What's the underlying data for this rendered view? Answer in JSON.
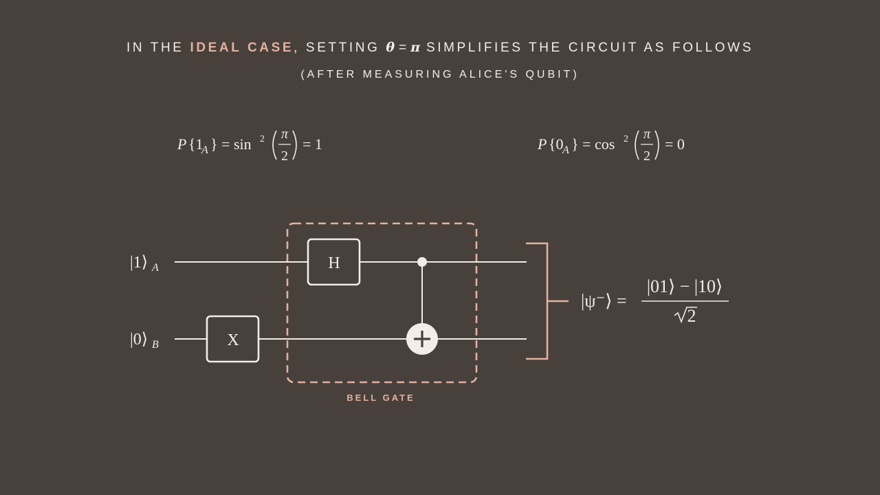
{
  "title": {
    "part1": "IN THE ",
    "highlight": "IDEAL CASE",
    "part2": ", SETTING ",
    "theta": "θ",
    "equals": "=",
    "pi": "π",
    "part3": " SIMPLIFIES THE CIRCUIT AS FOLLOWS"
  },
  "subtitle": "(AFTER MEASURING ALICE'S QUBIT)",
  "formulas": {
    "p1": {
      "P": "P",
      "open": "{1",
      "sub": "A",
      "close": "} = sin",
      "sup": "2",
      "num": "π",
      "den": "2",
      "result": "= 1"
    },
    "p0": {
      "P": "P",
      "open": "{0",
      "sub": "A",
      "close": "} = cos",
      "sup": "2",
      "num": "π",
      "den": "2",
      "result": "= 0"
    }
  },
  "circuit": {
    "qubit_a": {
      "ket": "|1⟩",
      "sub": "A"
    },
    "qubit_b": {
      "ket": "|0⟩",
      "sub": "B"
    },
    "gate_h": "H",
    "gate_x": "X",
    "bell_label": "BELL GATE",
    "output": {
      "lhs": "|ψ⁻⟩ =",
      "numerator": "|01⟩ − |10⟩",
      "denominator": "2"
    }
  },
  "colors": {
    "background": "#48403b",
    "foreground": "#f3ede7",
    "accent": "#e3b1a1"
  }
}
